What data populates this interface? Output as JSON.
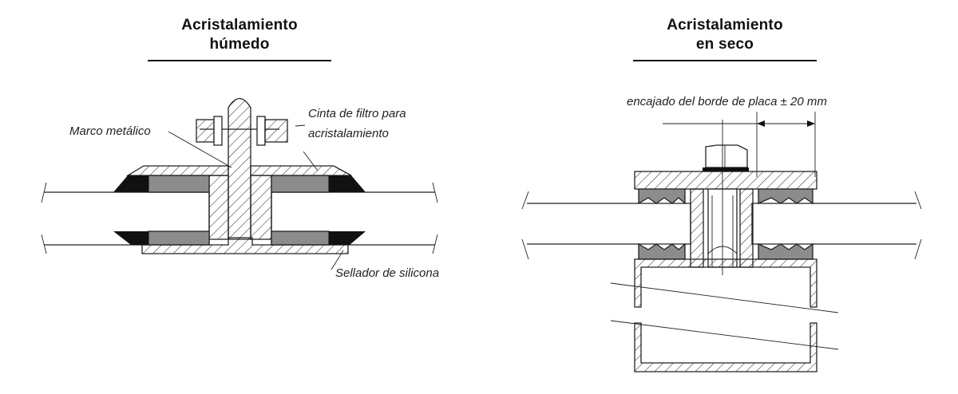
{
  "panels": [
    {
      "title_line1": "Acristalamiento",
      "title_line2": "húmedo",
      "labels": {
        "frame": "Marco metálico",
        "tape_line1": "Cinta de filtro para",
        "tape_line2": "acristalamiento",
        "sealant": "Sellador de silicona"
      }
    },
    {
      "title_line1": "Acristalamiento",
      "title_line2": "en seco",
      "labels": {
        "dimension": "encajado del borde de placa ± 20 mm"
      }
    }
  ]
}
